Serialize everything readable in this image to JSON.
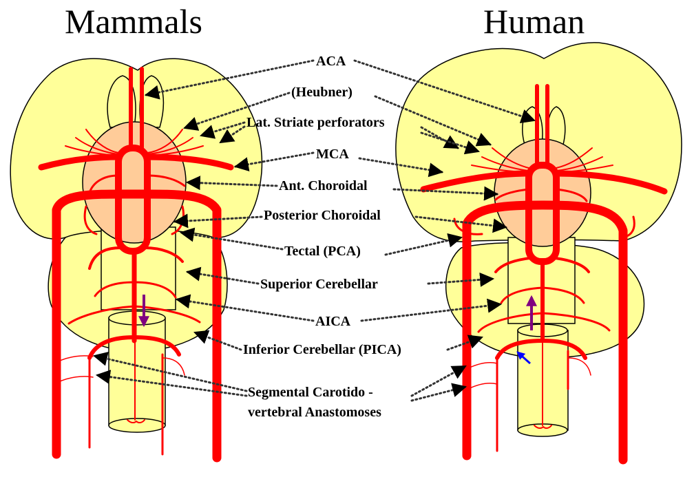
{
  "titles": {
    "left": "Mammals",
    "right": "Human"
  },
  "labels": {
    "aca": "ACA",
    "heubner": "(Heubner)",
    "lat_striate": "Lat. Striate perforators",
    "mca": "MCA",
    "ant_choroidal": "Ant. Choroidal",
    "post_choroidal": "Posterior Choroidal",
    "tectal": "Tectal (PCA)",
    "sup_cerebellar": "Superior Cerebellar",
    "aica": "AICA",
    "inf_cerebellar": "Inferior Cerebellar (PICA)",
    "segmental_1": "Segmental Carotido -",
    "segmental_2": "vertebral Anastomoses"
  },
  "colors": {
    "artery": "#ff0000",
    "brain": "#ffff99",
    "thalamus": "#ffcc99",
    "flow_purple": "#800080",
    "flow_blue": "#0000ff"
  }
}
